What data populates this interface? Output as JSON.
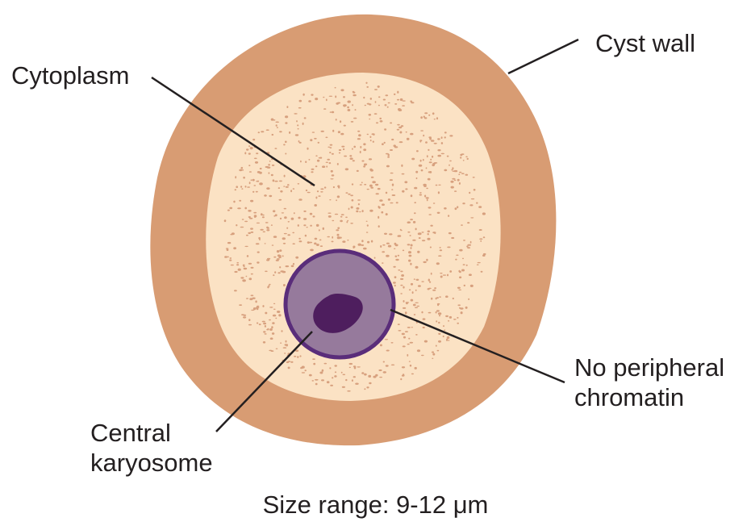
{
  "labels": {
    "cytoplasm": "Cytoplasm",
    "cyst_wall": "Cyst wall",
    "no_peripheral_chromatin": [
      "No peripheral",
      "chromatin"
    ],
    "central_karyosome": [
      "Central",
      "karyosome"
    ]
  },
  "caption": "Size range: 9-12 μm",
  "colors": {
    "cyst_wall": "#d89c73",
    "cytoplasm": "#fbe2c4",
    "granules": "#d7a07e",
    "nucleus_fill": "#967a9c",
    "nucleus_border": "#5a2d7a",
    "karyosome": "#4e1e5e",
    "leader_lines": "#231f20",
    "text": "#231f20"
  }
}
